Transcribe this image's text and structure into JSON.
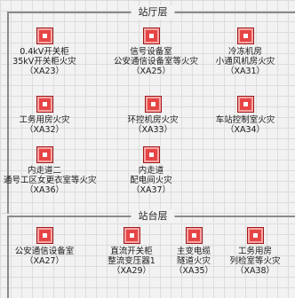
{
  "sections": {
    "station_hall": {
      "title": "站厅层"
    },
    "platform": {
      "title": "站台层"
    }
  },
  "devices": [
    {
      "line1": "0.4kV开关柜",
      "line2": "35kV开关柜火灾",
      "code": "（XA23）",
      "status_color": "#e64545"
    },
    {
      "line1": "信号设备室",
      "line2": "公安通信设备室等火灾",
      "code": "（XA25）",
      "status_color": "#e64545"
    },
    {
      "line1": "冷冻机房",
      "line2": "小通风机房火灾",
      "code": "（XA31）",
      "status_color": "#e64545"
    },
    {
      "line1": "工务用房火灾",
      "code": "（XA32）",
      "status_color": "#e64545"
    },
    {
      "line1": "环控机房火灾",
      "code": "（XA33）",
      "status_color": "#e64545"
    },
    {
      "line1": "车站控制室火灾",
      "code": "（XA34）",
      "status_color": "#e64545"
    },
    {
      "line1": "内走道二",
      "line2": "通号工区女更衣室等火灾",
      "code": "（XA36）",
      "status_color": "#e64545"
    },
    {
      "line1": "内走道",
      "line2": "配电间火灾",
      "code": "（XA37）",
      "status_color": "#e64545"
    },
    {
      "line1": "公安通信设备室",
      "code": "（XA27）",
      "status_color": "#e64545"
    },
    {
      "line1": "直流开关柜",
      "line2": "整流变压器1",
      "code": "（XA29）",
      "status_color": "#e64545"
    },
    {
      "line1": "主变电缆",
      "line2": "隧道火灾",
      "code": "（XA35）",
      "status_color": "#e64545"
    },
    {
      "line1": "工务用房",
      "line2": "列检室等火灾",
      "code": "（XA38）",
      "status_color": "#e64545"
    }
  ]
}
